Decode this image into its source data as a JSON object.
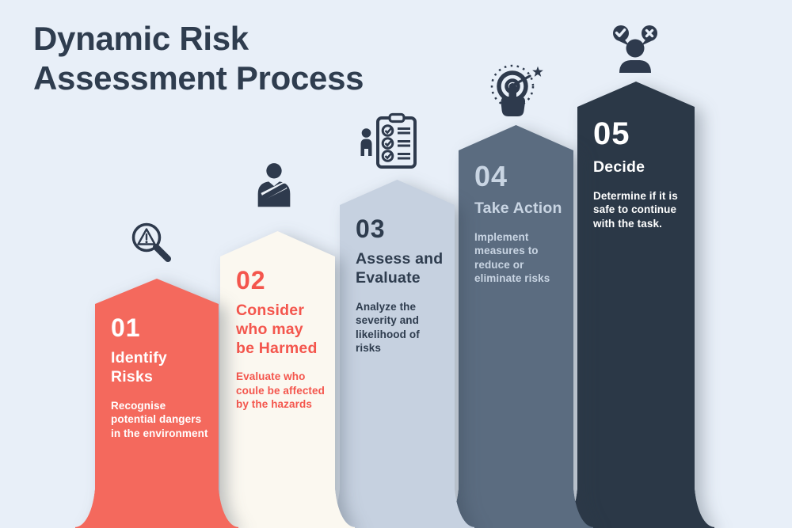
{
  "title": {
    "line1": "Dynamic Risk",
    "line2": "Assessment Process",
    "full": "Dynamic Risk Assessment Process"
  },
  "colors": {
    "background": "#e8eff8",
    "heading": "#2f3d4f",
    "icon": "#2e3a4d",
    "shadow": "rgba(45,58,74,0.30)"
  },
  "steps": [
    {
      "number": "01",
      "title": "Identify Risks",
      "description": "Recognise potential dangers in the environment",
      "icon": "magnifier-warning-icon",
      "color": "#f4695d",
      "text_color": "#ffffff"
    },
    {
      "number": "02",
      "title": "Consider who may be Harmed",
      "description": "Evaluate who coule be affected by the hazards",
      "icon": "injured-person-icon",
      "color": "#fbf8f0",
      "text_color": "#f4564d"
    },
    {
      "number": "03",
      "title": "Assess and Evaluate",
      "description": "Analyze the severity and likelihood of risks",
      "icon": "checklist-clipboard-icon",
      "color": "#c6d1e0",
      "text_color": "#2e3c4e"
    },
    {
      "number": "04",
      "title": "Take Action",
      "description": "Implement measures to reduce or eliminate risks",
      "icon": "target-click-icon",
      "color": "#5b6c80",
      "text_color": "#c9d5e3"
    },
    {
      "number": "05",
      "title": "Decide",
      "description": "Determine if it is safe to continue with the task.",
      "icon": "decision-person-icon",
      "color": "#2b3847",
      "text_color": "#ffffff"
    }
  ]
}
